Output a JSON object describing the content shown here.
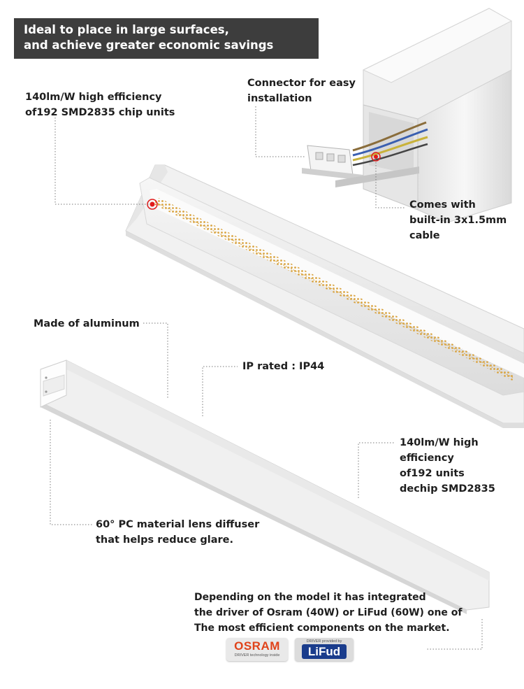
{
  "banner": {
    "line1": "Ideal to place in large surfaces,",
    "line2": "and achieve greater economic savings"
  },
  "callouts": {
    "efficiency_top": {
      "line1": "140lm/W high efficiency",
      "line2": "of192 SMD2835 chip units"
    },
    "connector": {
      "line1": "Connector for easy",
      "line2": "installation"
    },
    "cable": {
      "line1": "Comes with",
      "line2": "built-in 3x1.5mm",
      "line3": "cable"
    },
    "aluminum": {
      "line1": "Made of aluminum"
    },
    "ip_rating": {
      "line1": "IP rated : IP44"
    },
    "efficiency_bottom": {
      "line1": "140lm/W high",
      "line2": "efficiency",
      "line3": "of192 units",
      "line4": "dechip SMD2835"
    },
    "lens": {
      "line1": "60° PC material lens diffuser",
      "line2": "that helps reduce glare."
    },
    "driver": {
      "line1": "Depending on the model it has integrated",
      "line2": "the driver of Osram (40W) or LiFud (60W) one of",
      "line3": "The most efficient components on the market."
    }
  },
  "logos": {
    "osram": {
      "name": "OSRAM",
      "tagline": "DRIVER technology inside",
      "color": "#e0431a"
    },
    "lifud": {
      "name": "LiFud",
      "tagline": "DRIVER provided by",
      "color": "#1a3c8c"
    }
  },
  "colors": {
    "banner_bg": "#3d3d3d",
    "marker": "#e01b1b",
    "leds": "#d9a441"
  }
}
